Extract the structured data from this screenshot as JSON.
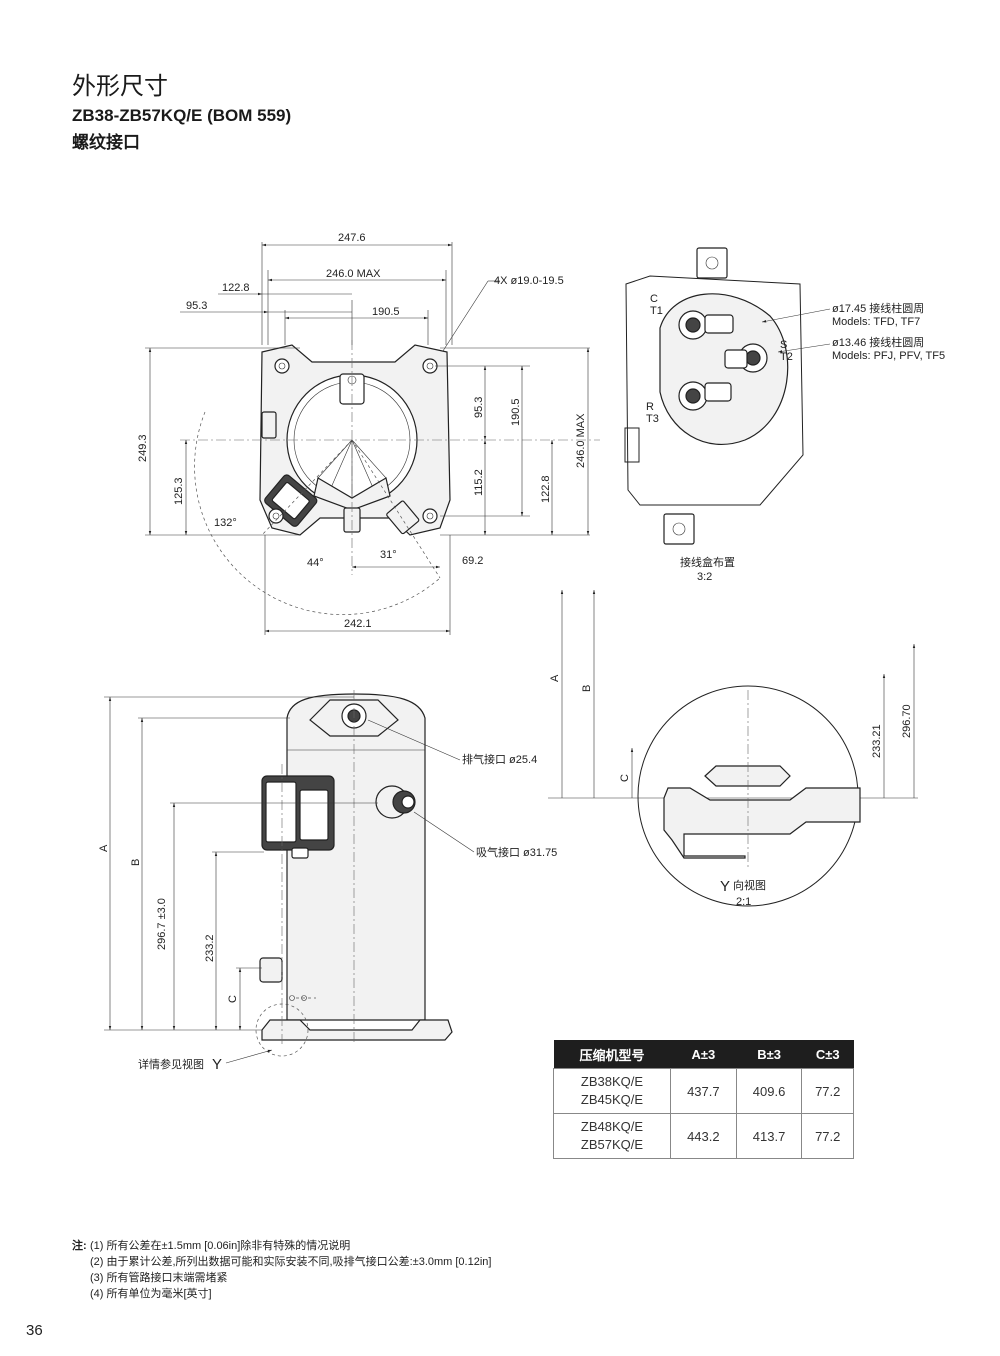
{
  "header": {
    "title": "外形尺寸",
    "model": "ZB38-ZB57KQ/E (BOM 559)",
    "connection": "螺纹接口"
  },
  "top_view": {
    "dims": {
      "w_247_6": "247.6",
      "w_246_max": "246.0 MAX",
      "w_122_8": "122.8",
      "w_95_3": "95.3",
      "w_190_5": "190.5",
      "holes": "4X ø19.0-19.5",
      "h_249_3": "249.3",
      "h_125_3": "125.3",
      "h_95_3": "95.3",
      "h_190_5": "190.5",
      "h_246_max": "246.0 MAX",
      "h_115_2": "115.2",
      "h_122_8": "122.8",
      "a_132": "132°",
      "a_44": "44°",
      "a_31": "31°",
      "w_69_2": "69.2",
      "w_242_1": "242.1"
    }
  },
  "terminal_box": {
    "label_c": "C",
    "label_t1": "T1",
    "label_s": "S",
    "label_t2": "T2",
    "label_r": "R",
    "label_t3": "T3",
    "note1": "ø17.45 接线柱圆周",
    "note1_models": "Models: TFD, TF7",
    "note2": "ø13.46 接线柱圆周",
    "note2_models": "Models: PFJ, PFV, TF5",
    "caption": "接线盒布置",
    "scale": "3:2"
  },
  "front_view": {
    "discharge": "排气接口 ø25.4",
    "suction": "吸气接口 ø31.75",
    "dim_a": "A",
    "dim_b": "B",
    "dim_c": "C",
    "dim_296_7": "296.7 ±3.0",
    "dim_233_2": "233.2",
    "detail_ref": "详情参见视图",
    "detail_letter": "Y"
  },
  "detail_view": {
    "dim_a": "A",
    "dim_b": "B",
    "dim_c": "C",
    "dim_233_21": "233.21",
    "dim_296_70": "296.70",
    "caption_letter": "Y",
    "caption": "向视图",
    "scale": "2:1"
  },
  "table": {
    "headers": [
      "压缩机型号",
      "A±3",
      "B±3",
      "C±3"
    ],
    "rows": [
      {
        "models": [
          "ZB38KQ/E",
          "ZB45KQ/E"
        ],
        "a": "437.7",
        "b": "409.6",
        "c": "77.2"
      },
      {
        "models": [
          "ZB48KQ/E",
          "ZB57KQ/E"
        ],
        "a": "443.2",
        "b": "413.7",
        "c": "77.2"
      }
    ]
  },
  "notes": {
    "lead": "注:",
    "items": [
      "(1)  所有公差在±1.5mm [0.06in]除非有特殊的情况说明",
      "(2)  由于累计公差,所列出数据可能和实际安装不同,吸排气接口公差:±3.0mm [0.12in]",
      "(3)  所有管路接口末端需堵紧",
      "(4)  所有单位为毫米[英寸]"
    ]
  },
  "page_number": "36"
}
